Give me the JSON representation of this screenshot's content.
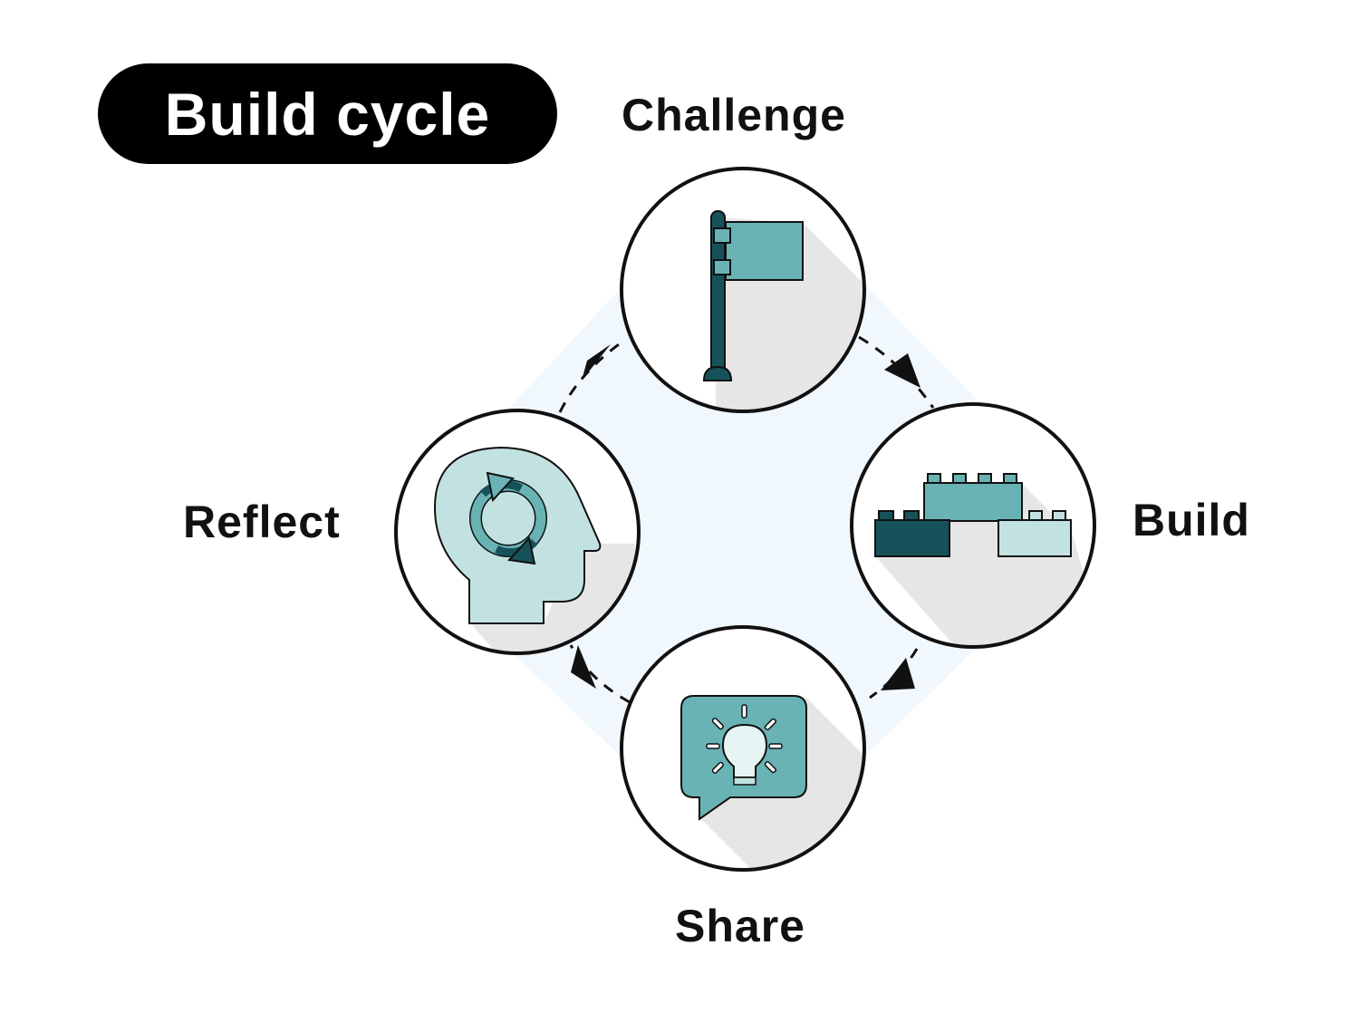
{
  "title": "Build cycle",
  "stages": {
    "challenge": "Challenge",
    "build": "Build",
    "share": "Share",
    "reflect": "Reflect"
  },
  "icons": {
    "challenge": "flag-icon",
    "build": "building-blocks-icon",
    "share": "lightbulb-speech-bubble-icon",
    "reflect": "head-with-cycle-arrows-icon"
  },
  "colors": {
    "teal": "#69b3b5",
    "dark_teal": "#17525a",
    "light_teal": "#c2e2e1",
    "center_fill": "#f1f8fd",
    "shadow": "#e6e6e6",
    "outline": "#111111"
  }
}
